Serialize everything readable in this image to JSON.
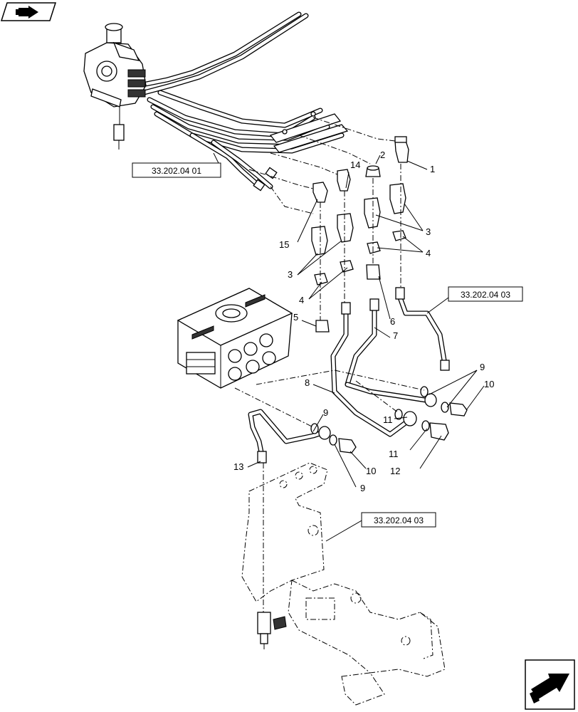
{
  "references": {
    "upper_left": "33.202.04 01",
    "right_pipe": "33.202.04 03",
    "lower_frame": "33.202.04 03"
  },
  "callouts": [
    "1",
    "2",
    "3",
    "3",
    "4",
    "4",
    "5",
    "6",
    "7",
    "8",
    "9",
    "9",
    "9",
    "10",
    "10",
    "11",
    "11",
    "12",
    "13",
    "14",
    "15"
  ],
  "icons": {
    "top_left": "book-arrow-icon",
    "bottom_right": "navigation-arrow-icon"
  }
}
